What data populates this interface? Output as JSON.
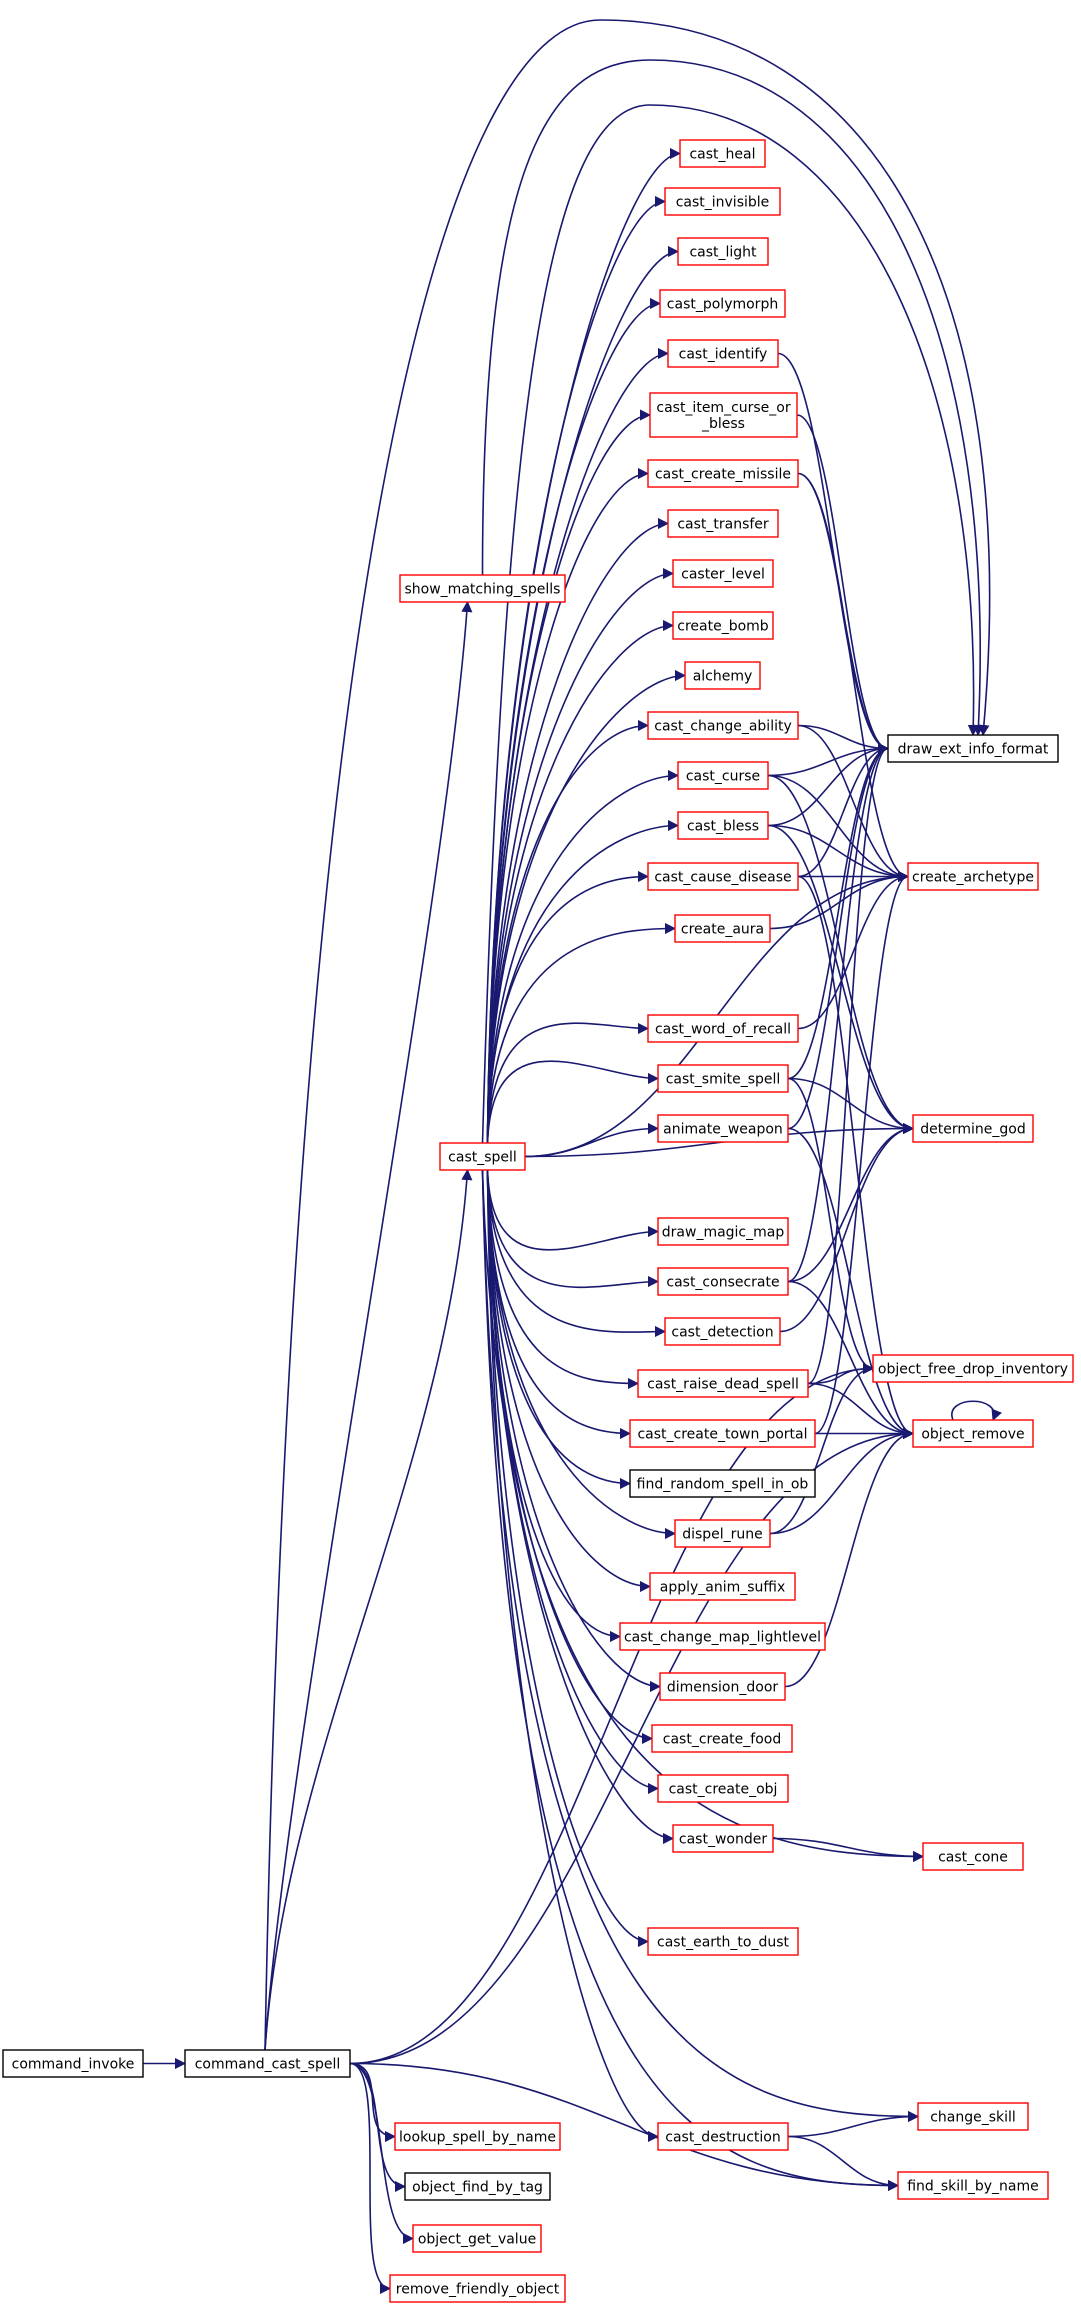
{
  "colors": {
    "edge": "#191970",
    "node_red_border": "#ff0000",
    "node_black_border": "#000000",
    "root_fill": "#bfbfbf"
  },
  "nodes": {
    "command_invoke": "command_invoke",
    "command_cast_spell": "command_cast_spell",
    "show_matching_spells": "show_matching_spells",
    "cast_spell": "cast_spell",
    "cast_heal": "cast_heal",
    "cast_invisible": "cast_invisible",
    "cast_light": "cast_light",
    "cast_polymorph": "cast_polymorph",
    "cast_identify": "cast_identify",
    "cast_item_curse_or_bless": "cast_item_curse_or\n_bless",
    "cast_create_missile": "cast_create_missile",
    "cast_transfer": "cast_transfer",
    "caster_level": "caster_level",
    "create_bomb": "create_bomb",
    "alchemy": "alchemy",
    "cast_change_ability": "cast_change_ability",
    "cast_curse": "cast_curse",
    "cast_bless": "cast_bless",
    "cast_cause_disease": "cast_cause_disease",
    "create_aura": "create_aura",
    "cast_word_of_recall": "cast_word_of_recall",
    "cast_smite_spell": "cast_smite_spell",
    "animate_weapon": "animate_weapon",
    "draw_magic_map": "draw_magic_map",
    "cast_consecrate": "cast_consecrate",
    "cast_detection": "cast_detection",
    "cast_raise_dead_spell": "cast_raise_dead_spell",
    "cast_create_town_portal": "cast_create_town_portal",
    "find_random_spell_in_ob": "find_random_spell_in_ob",
    "dispel_rune": "dispel_rune",
    "apply_anim_suffix": "apply_anim_suffix",
    "cast_change_map_lightlevel": "cast_change_map_lightlevel",
    "dimension_door": "dimension_door",
    "cast_create_food": "cast_create_food",
    "cast_create_obj": "cast_create_obj",
    "cast_wonder": "cast_wonder",
    "cast_earth_to_dust": "cast_earth_to_dust",
    "cast_destruction": "cast_destruction",
    "draw_ext_info_format": "draw_ext_info_format",
    "create_archetype": "create_archetype",
    "determine_god": "determine_god",
    "object_free_drop_inventory": "object_free_drop_inventory",
    "object_remove": "object_remove",
    "cast_cone": "cast_cone",
    "change_skill": "change_skill",
    "find_skill_by_name": "find_skill_by_name",
    "lookup_spell_by_name": "lookup_spell_by_name",
    "object_find_by_tag": "object_find_by_tag",
    "object_get_value": "object_get_value",
    "remove_friendly_object": "remove_friendly_object"
  }
}
